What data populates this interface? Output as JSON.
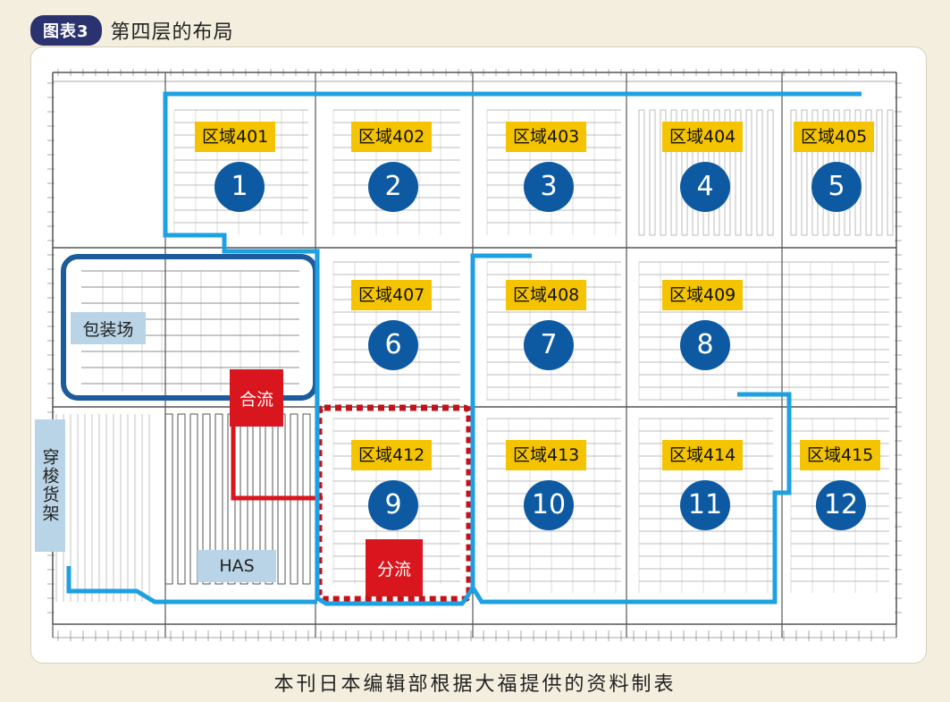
{
  "figure": {
    "badge": "图表3",
    "title": "第四层的布局"
  },
  "caption": "本刊日本编辑部根据大福提供的资料制表",
  "zones": [
    {
      "label": "区域401",
      "number": "1"
    },
    {
      "label": "区域402",
      "number": "2"
    },
    {
      "label": "区域403",
      "number": "3"
    },
    {
      "label": "区域404",
      "number": "4"
    },
    {
      "label": "区域405",
      "number": "5"
    },
    {
      "label": "区域407",
      "number": "6"
    },
    {
      "label": "区域408",
      "number": "7"
    },
    {
      "label": "区域409",
      "number": "8"
    },
    {
      "label": "区域412",
      "number": "9"
    },
    {
      "label": "区域413",
      "number": "10"
    },
    {
      "label": "区域414",
      "number": "11"
    },
    {
      "label": "区域415",
      "number": "12"
    }
  ],
  "areas": {
    "packing": "包装场",
    "shuttle_rack": "穿梭货架",
    "has": "HAS",
    "merge": "合流",
    "divert": "分流"
  },
  "colors": {
    "background": "#f3eedd",
    "badge": "#2b3270",
    "zone_label": "#f5c400",
    "zone_number": "#0d5aa3",
    "conveyor_line": "#1da1e2",
    "packing_outline": "#1d5b9c",
    "red_highlight": "#d9151d",
    "light_label": "#b9d4e6"
  }
}
